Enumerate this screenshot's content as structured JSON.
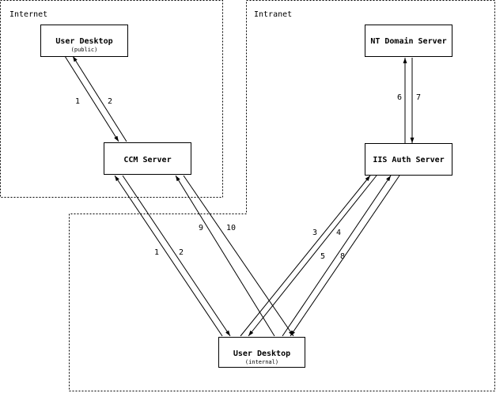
{
  "zones": {
    "internet": "Internet",
    "intranet": "Intranet"
  },
  "nodes": {
    "user_desktop_public": {
      "title": "User Desktop",
      "sub": "(public)"
    },
    "ccm_server": {
      "title": "CCM Server"
    },
    "nt_domain_server": {
      "title": "NT Domain Server"
    },
    "iis_auth_server": {
      "title": "IIS Auth Server"
    },
    "user_desktop_internal": {
      "title": "User Desktop",
      "sub": "(internal)"
    }
  },
  "steps": {
    "public_to_ccm": "1",
    "ccm_to_public": "2",
    "internal_to_ccm": "1",
    "ccm_to_internal": "2",
    "internal_to_iis_a": "3",
    "iis_to_internal_a": "4",
    "internal_to_iis_b": "5",
    "iis_to_nt": "6",
    "nt_to_iis": "7",
    "iis_to_internal_b": "8",
    "internal_to_ccm_b": "9",
    "ccm_to_internal_b": "10"
  }
}
